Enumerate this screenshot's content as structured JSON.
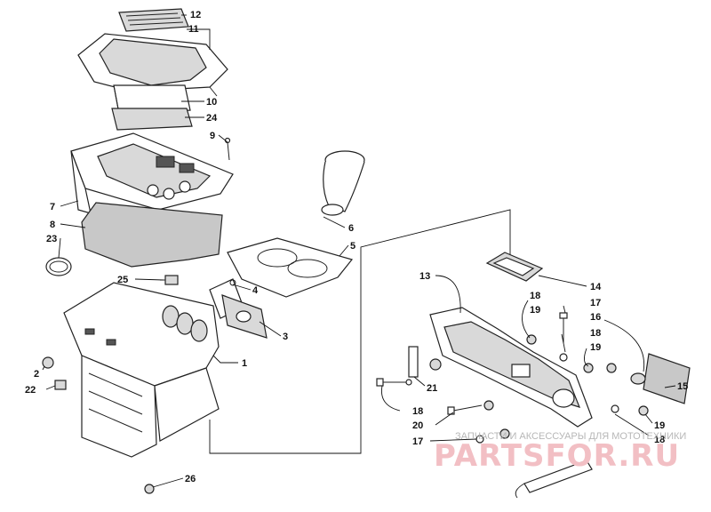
{
  "callouts": {
    "c12": "12",
    "c11": "11",
    "c10": "10",
    "c24": "24",
    "c9": "9",
    "c7": "7",
    "c8": "8",
    "c23": "23",
    "c6": "6",
    "c5": "5",
    "c25": "25",
    "c4": "4",
    "c3": "3",
    "c1": "1",
    "c2": "2",
    "c22": "22",
    "c26": "26",
    "c13": "13",
    "c14": "14",
    "c18a": "18",
    "c19a": "19",
    "c17a": "17",
    "c16": "16",
    "c18b": "18",
    "c19b": "19",
    "c15": "15",
    "c21": "21",
    "c18c": "18",
    "c20": "20",
    "c17b": "17",
    "c19c": "19",
    "c18d": "18"
  },
  "watermark": {
    "caption": "ЗАПЧАСТИ И АКСЕССУАРЫ ДЛЯ МОТОТЕХНИКИ",
    "brand": "PARTSFOR.RU",
    "color": "#f2bfc4"
  }
}
